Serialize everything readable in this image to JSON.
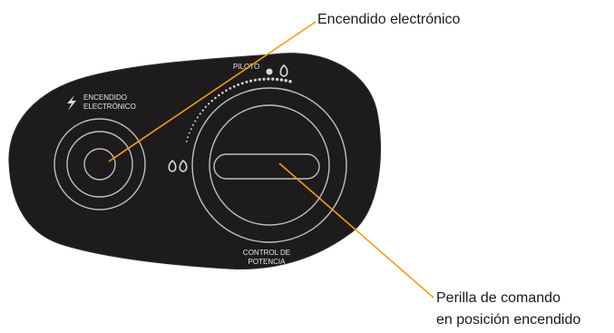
{
  "panel": {
    "ignition_label_line1": "ENCENDIDO",
    "ignition_label_line2": "ELECTRÓNICO",
    "pilot_label": "PILOTO",
    "control_label_line1": "CONTROL DE",
    "control_label_line2": "POTENCIA"
  },
  "callouts": {
    "ignition": "Encendido electrónico",
    "knob_line1": "Perilla de comando",
    "knob_line2": "en posición encendido"
  },
  "colors": {
    "panel_fill": "#1e1b1c",
    "leader_line": "#f39a1e",
    "ring_stroke": "#bfbfbf"
  },
  "icons": [
    "lightning-bolt-icon",
    "pilot-flame-icon",
    "double-flame-icon"
  ]
}
